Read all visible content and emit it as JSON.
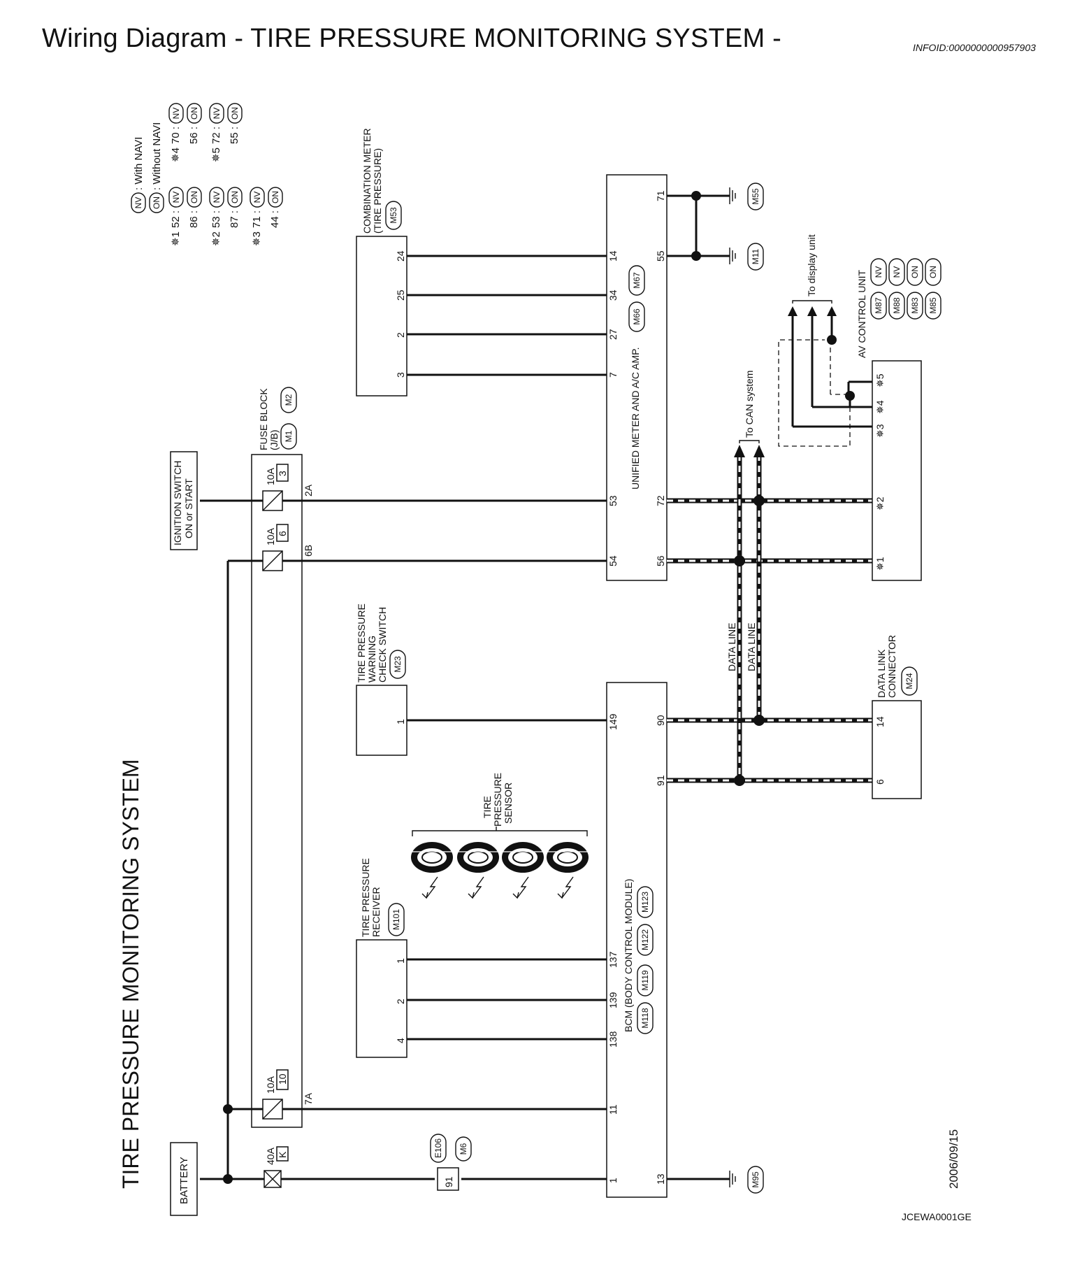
{
  "page": {
    "title": "Wiring Diagram - TIRE PRESSURE MONITORING SYSTEM -",
    "infoid": "INFOID:0000000000957903",
    "system_title": "TIRE PRESSURE MONITORING SYSTEM",
    "date": "2006/09/15",
    "code": "JCEWA0001GE"
  },
  "legend": {
    "nv": {
      "code": "NV",
      "meaning": ": With NAVI"
    },
    "on": {
      "code": "ON",
      "meaning": ": Without NAVI"
    },
    "rows": [
      {
        "mark": "✵1",
        "a": "52 :",
        "a_code": "NV",
        "b": "86 :",
        "b_code": "ON"
      },
      {
        "mark": "✵2",
        "a": "53 :",
        "a_code": "NV",
        "b": "87 :",
        "b_code": "ON"
      },
      {
        "mark": "✵3",
        "a": "71 :",
        "a_code": "NV",
        "b": "44 :",
        "b_code": "ON"
      },
      {
        "mark": "✵4",
        "a": "70 :",
        "a_code": "NV",
        "b": "56 :",
        "b_code": "ON"
      },
      {
        "mark": "✵5",
        "a": "72 :",
        "a_code": "NV",
        "b": "55 :",
        "b_code": "ON"
      }
    ]
  },
  "components": {
    "battery": {
      "name": "BATTERY"
    },
    "ignition": {
      "name_line1": "IGNITION SWITCH",
      "name_line2": "ON or START"
    },
    "fuse_block": {
      "name_line1": "FUSE BLOCK",
      "name_line2": "(J/B)",
      "connectors": [
        "M1",
        "M2"
      ],
      "fuses": [
        {
          "amp": "10A",
          "num": "3",
          "pin": "2A"
        },
        {
          "amp": "10A",
          "num": "6",
          "pin": "6B"
        },
        {
          "amp": "10A",
          "num": "10",
          "pin": "7A"
        }
      ]
    },
    "fusible_link": {
      "amp": "40A",
      "num": "K"
    },
    "joint": {
      "num": "91",
      "connectors": [
        "E106",
        "M6"
      ]
    },
    "combination_meter": {
      "name_line1": "COMBINATION METER",
      "name_line2": "(TIRE PRESSURE)",
      "connector": "M53",
      "pins": [
        "24",
        "25",
        "2",
        "3"
      ]
    },
    "unified_meter": {
      "name": "UNIFIED METER AND A/C AMP.",
      "connectors": [
        "M66",
        "M67"
      ],
      "left_pins": [
        "14",
        "34",
        "27",
        "7",
        "53",
        "54"
      ],
      "right_pins": [
        "71",
        "55",
        "72",
        "56"
      ]
    },
    "grounds": [
      "M55",
      "M11",
      "M95"
    ],
    "tire_switch": {
      "name_line1": "TIRE PRESSURE",
      "name_line2": "WARNING",
      "name_line3": "CHECK SWITCH",
      "connector": "M23",
      "pin": "1"
    },
    "tire_receiver": {
      "name_line1": "TIRE PRESSURE",
      "name_line2": "RECEIVER",
      "connector": "M101",
      "pins": [
        "1",
        "2",
        "4"
      ]
    },
    "tire_sensor": {
      "name_line1": "TIRE",
      "name_line2": "PRESSURE",
      "name_line3": "SENSOR"
    },
    "bcm": {
      "name": "BCM (BODY CONTROL MODULE)",
      "connectors": [
        "M118",
        "M119",
        "M122",
        "M123"
      ],
      "left_pins": [
        "149",
        "137",
        "139",
        "138",
        "11",
        "1"
      ],
      "right_pins": [
        "90",
        "91",
        "13"
      ]
    },
    "av_unit": {
      "name": "AV CONTROL UNIT",
      "connectors": [
        {
          "conn": "M87",
          "code": "NV"
        },
        {
          "conn": "M88",
          "code": "NV"
        },
        {
          "conn": "M83",
          "code": "ON"
        },
        {
          "conn": "M85",
          "code": "ON"
        }
      ],
      "pins": [
        "✵5",
        "✵4",
        "✵3",
        "✵2",
        "✵1"
      ]
    },
    "data_link": {
      "name_line1": "DATA LINK",
      "name_line2": "CONNECTOR",
      "connector": "M24",
      "pins": [
        "14",
        "6"
      ]
    }
  },
  "labels": {
    "to_can": "To CAN system",
    "to_display": "To display unit",
    "data_line": "DATA LINE"
  }
}
